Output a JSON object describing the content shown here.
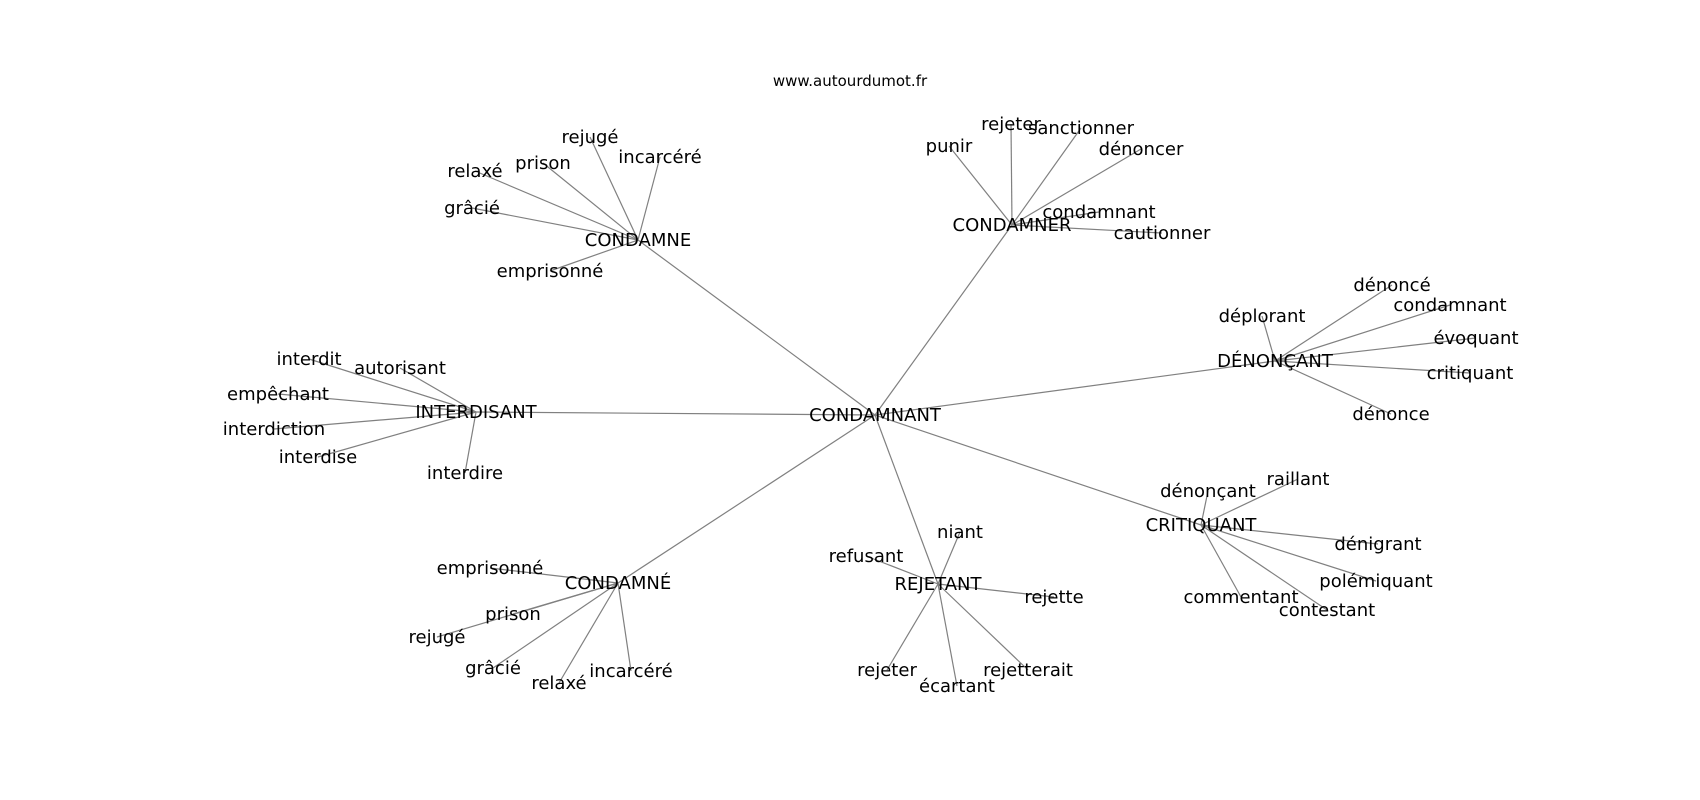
{
  "site": "www.autourdumot.fr",
  "graph": {
    "center": "CONDAMNANT",
    "clusters": [
      {
        "word": "CONDAMNE",
        "related": [
          "rejugé",
          "prison",
          "incarcéré",
          "relaxé",
          "grâcié",
          "emprisonné"
        ]
      },
      {
        "word": "CONDAMNER",
        "related": [
          "rejeter",
          "sanctionner",
          "punir",
          "dénoncer",
          "condamnant",
          "cautionner"
        ]
      },
      {
        "word": "DÉNONÇANT",
        "related": [
          "dénoncé",
          "condamnant",
          "déplorant",
          "évoquant",
          "critiquant",
          "dénonce"
        ]
      },
      {
        "word": "INTERDISANT",
        "related": [
          "interdit",
          "autorisant",
          "empêchant",
          "interdiction",
          "interdise",
          "interdire"
        ]
      },
      {
        "word": "CRITIQUANT",
        "related": [
          "raillant",
          "dénonçant",
          "dénigrant",
          "polémiquant",
          "commentant",
          "contestant"
        ]
      },
      {
        "word": "REJETANT",
        "related": [
          "niant",
          "refusant",
          "rejette",
          "rejeter",
          "rejetterait",
          "écartant"
        ]
      },
      {
        "word": "CONDAMNÉ",
        "related": [
          "emprisonné",
          "prison",
          "rejugé",
          "grâcié",
          "incarcéré",
          "relaxé"
        ]
      }
    ]
  }
}
